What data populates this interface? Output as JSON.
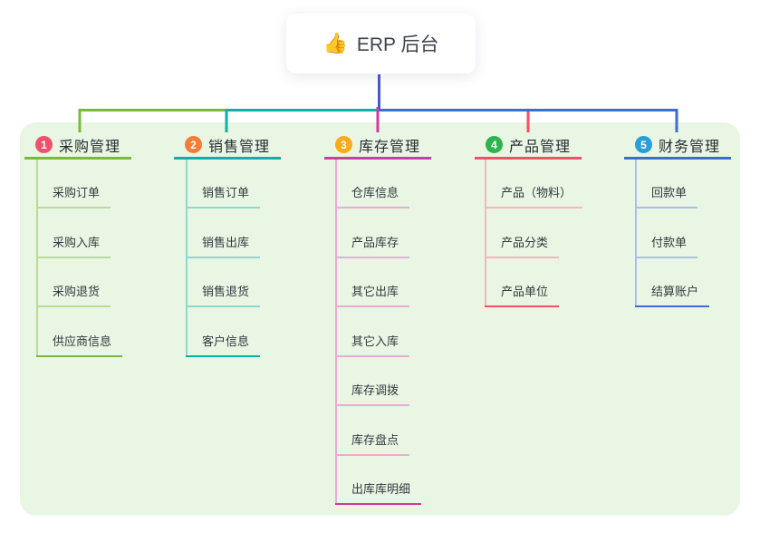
{
  "root": {
    "icon": "👍",
    "title": "ERP 后台"
  },
  "canvas": {
    "panel_bg": "#e8f6e3",
    "stem_color": "#4c55ce",
    "background": "#ffffff"
  },
  "branches": [
    {
      "num": "1",
      "label": "采购管理",
      "color": "#7ab83e",
      "pale": "#b9dc93",
      "badge": "#f0516e",
      "children": [
        "采购订单",
        "采购入库",
        "采购退货",
        "供应商信息"
      ]
    },
    {
      "num": "2",
      "label": "销售管理",
      "color": "#0ab3a5",
      "pale": "#8fd8d0",
      "badge": "#f57d36",
      "children": [
        "销售订单",
        "销售出库",
        "销售退货",
        "客户信息"
      ]
    },
    {
      "num": "3",
      "label": "库存管理",
      "color": "#d13b9e",
      "pale": "#ecabd4",
      "badge": "#faab18",
      "children": [
        "仓库信息",
        "产品库存",
        "其它出库",
        "其它入库",
        "库存调拨",
        "库存盘点",
        "出库库明细"
      ]
    },
    {
      "num": "4",
      "label": "产品管理",
      "color": "#f45066",
      "pale": "#fbb3bc",
      "badge": "#2eb44e",
      "children": [
        "产品（物料）",
        "产品分类",
        "产品单位"
      ]
    },
    {
      "num": "5",
      "label": "财务管理",
      "color": "#3e6bd7",
      "pale": "#aabfe9",
      "badge": "#2a9ed8",
      "children": [
        "回款单",
        "付款单",
        "结算账户"
      ]
    }
  ]
}
